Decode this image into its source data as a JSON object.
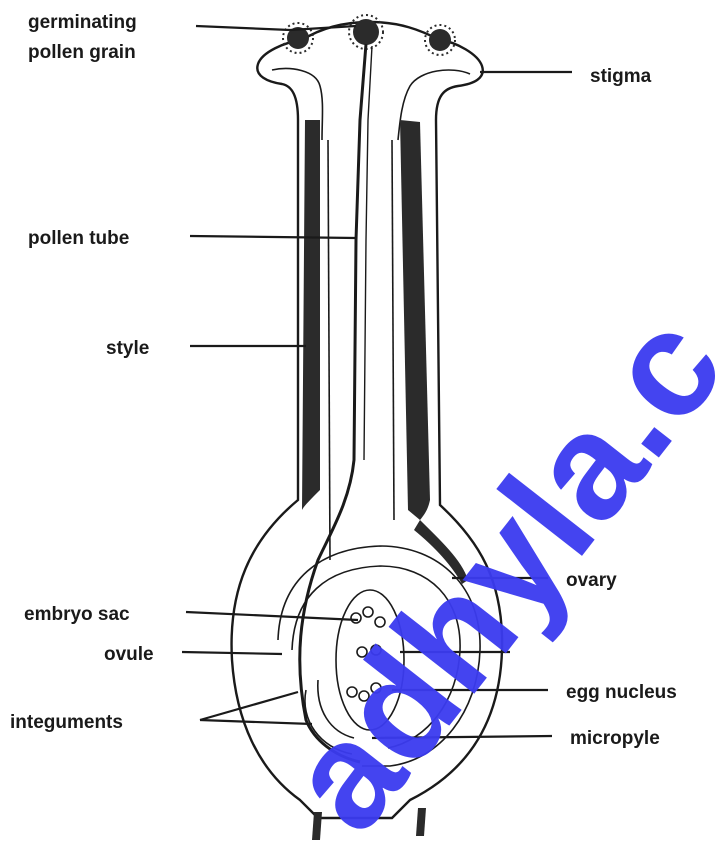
{
  "labels": {
    "germinating_pollen_grain_line1": "germinating",
    "germinating_pollen_grain_line2": "pollen grain",
    "stigma": "stigma",
    "pollen_tube": "pollen tube",
    "style": "style",
    "ovary": "ovary",
    "embryo_sac": "embryo sac",
    "ovule": "ovule",
    "egg_nucleus": "egg nucleus",
    "integuments": "integuments",
    "micropyle": "micropyle"
  },
  "watermark": {
    "text": "adhyla.c",
    "color": "#3b3bf0"
  }
}
